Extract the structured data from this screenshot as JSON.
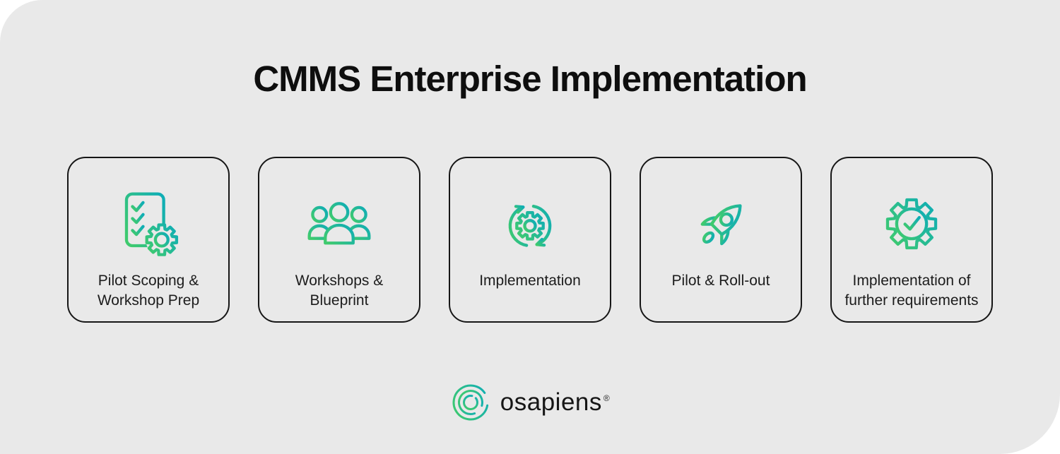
{
  "title": "CMMS Enterprise Implementation",
  "steps": [
    {
      "label": "Pilot Scoping &\nWorkshop Prep",
      "icon": "checklist-gear-icon"
    },
    {
      "label": "Workshops &\nBlueprint",
      "icon": "people-group-icon"
    },
    {
      "label": "Implementation",
      "icon": "process-sync-icon"
    },
    {
      "label": "Pilot & Roll-out",
      "icon": "rocket-icon"
    },
    {
      "label": "Implementation of\nfurther requirements",
      "icon": "gear-check-icon"
    }
  ],
  "footer": {
    "brand": "osapiens",
    "trademark": "®"
  },
  "colors": {
    "page_bg": "#ffffff",
    "panel_bg": "#e9e9e9",
    "card_border": "#161616",
    "text": "#1a1a1a",
    "gradient_start": "#3fca6e",
    "gradient_end": "#10aeb4"
  }
}
